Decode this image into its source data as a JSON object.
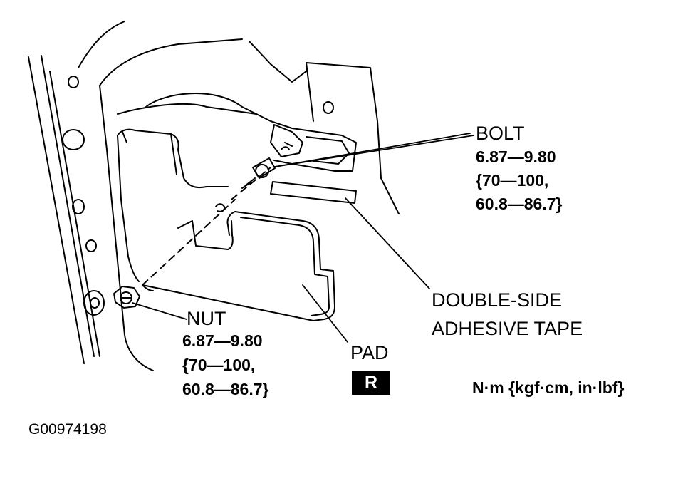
{
  "bolt": {
    "label": "BOLT",
    "torque_nm": "6.87—9.80",
    "torque_kgfcm": "{70—100,",
    "torque_inlbf": "60.8—86.7}"
  },
  "nut": {
    "label": "NUT",
    "torque_nm": "6.87—9.80",
    "torque_kgfcm": "{70—100,",
    "torque_inlbf": "60.8—86.7}"
  },
  "tape": {
    "line1": "DOUBLE-SIDE",
    "line2": "ADHESIVE TAPE"
  },
  "pad": {
    "label": "PAD",
    "side_badge": "R"
  },
  "units_legend": "N·m {kgf·cm, in·lbf}",
  "figure_id": "G00974198"
}
